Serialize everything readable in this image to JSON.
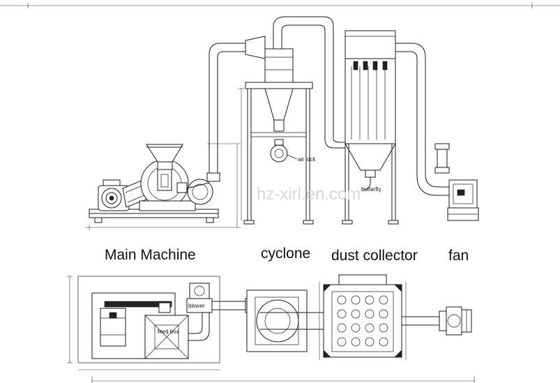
{
  "labels": {
    "main_machine": "Main Machine",
    "cyclone": "cyclone",
    "dust_collector": "dust collector",
    "fan": "fan"
  },
  "annotations": {
    "air_lock": "air lock",
    "butterfly": "butterfly",
    "blower": "blower",
    "feed_box": "feed box"
  },
  "watermark": "hz-xirl.en.com"
}
